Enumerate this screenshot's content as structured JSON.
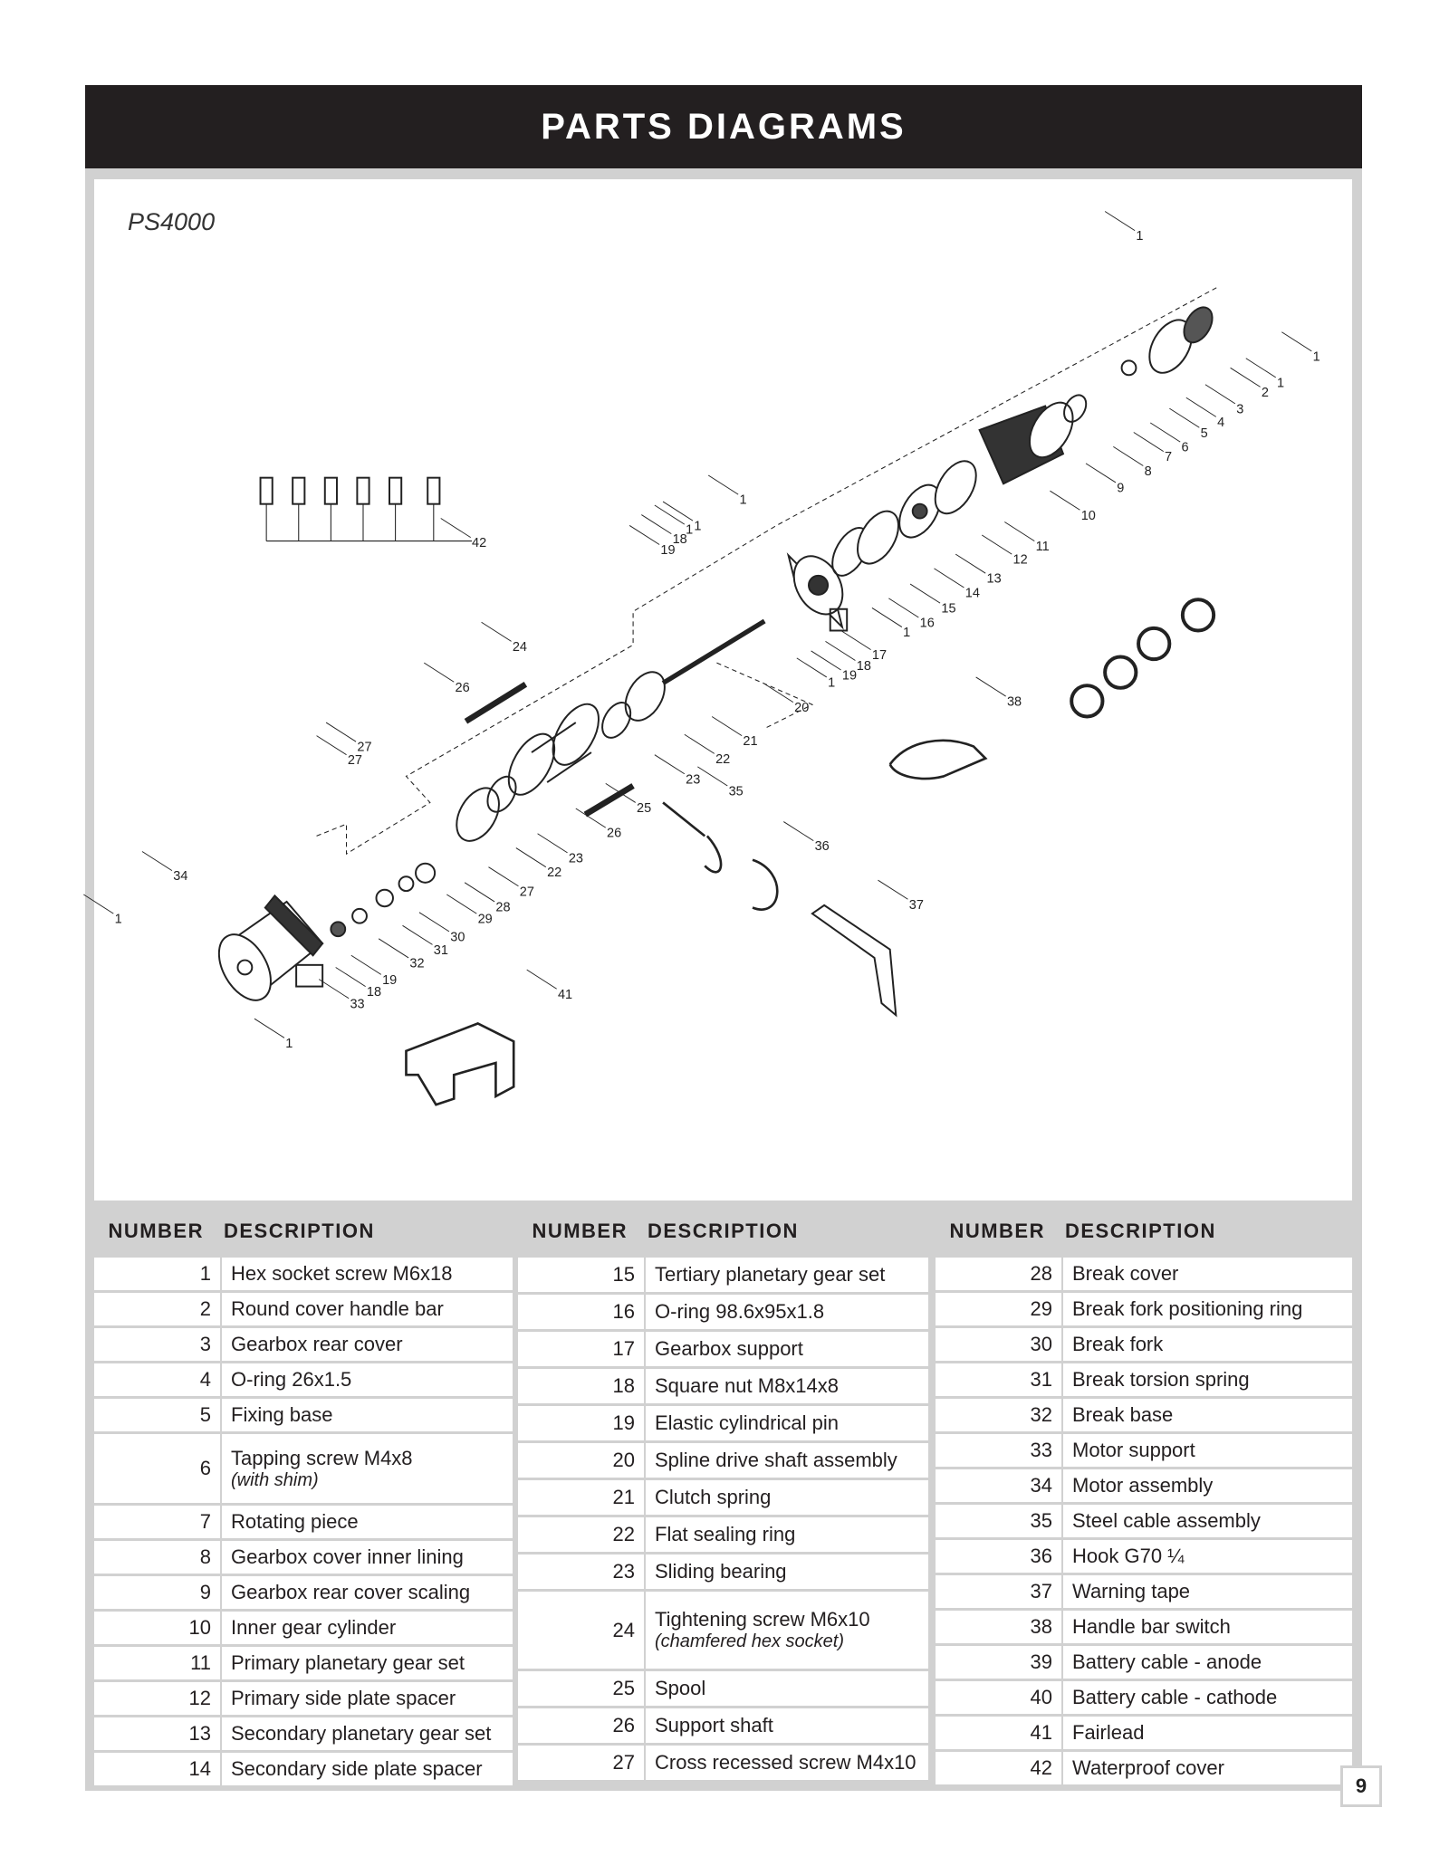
{
  "header": {
    "title": "PARTS DIAGRAMS"
  },
  "diagram": {
    "model": "PS4000",
    "callouts": [
      "1",
      "1",
      "1",
      "2",
      "3",
      "4",
      "5",
      "6",
      "7",
      "8",
      "9",
      "10",
      "11",
      "12",
      "13",
      "14",
      "15",
      "16",
      "1",
      "17",
      "18",
      "19",
      "1",
      "20",
      "21",
      "22",
      "23",
      "35",
      "25",
      "26",
      "36",
      "37",
      "38",
      "42",
      "24",
      "26",
      "1",
      "19",
      "18",
      "1",
      "1",
      "27",
      "27",
      "22",
      "23",
      "27",
      "28",
      "29",
      "30",
      "31",
      "32",
      "19",
      "18",
      "33",
      "34",
      "1",
      "1",
      "41"
    ]
  },
  "table": {
    "number_header": "NUMBER",
    "description_header": "DESCRIPTION",
    "columns": [
      [
        {
          "number": "1",
          "description": "Hex socket screw M6x18"
        },
        {
          "number": "2",
          "description": "Round cover handle bar"
        },
        {
          "number": "3",
          "description": "Gearbox rear cover"
        },
        {
          "number": "4",
          "description": "O-ring 26x1.5"
        },
        {
          "number": "5",
          "description": "Fixing base"
        },
        {
          "number": "6",
          "description": "Tapping screw M4x8",
          "note": "(with shim)"
        },
        {
          "number": "7",
          "description": "Rotating piece"
        },
        {
          "number": "8",
          "description": "Gearbox cover inner lining"
        },
        {
          "number": "9",
          "description": "Gearbox rear cover scaling"
        },
        {
          "number": "10",
          "description": "Inner gear cylinder"
        },
        {
          "number": "11",
          "description": "Primary planetary gear set"
        },
        {
          "number": "12",
          "description": "Primary side plate spacer"
        },
        {
          "number": "13",
          "description": "Secondary planetary gear set"
        },
        {
          "number": "14",
          "description": "Secondary side plate spacer"
        }
      ],
      [
        {
          "number": "15",
          "description": "Tertiary planetary gear set"
        },
        {
          "number": "16",
          "description": "O-ring 98.6x95x1.8"
        },
        {
          "number": "17",
          "description": "Gearbox support"
        },
        {
          "number": "18",
          "description": "Square nut M8x14x8"
        },
        {
          "number": "19",
          "description": "Elastic cylindrical pin"
        },
        {
          "number": "20",
          "description": "Spline drive shaft assembly"
        },
        {
          "number": "21",
          "description": "Clutch spring"
        },
        {
          "number": "22",
          "description": "Flat sealing ring"
        },
        {
          "number": "23",
          "description": "Sliding bearing"
        },
        {
          "number": "24",
          "description": "Tightening screw M6x10",
          "note": "(chamfered hex socket)"
        },
        {
          "number": "25",
          "description": "Spool"
        },
        {
          "number": "26",
          "description": "Support shaft"
        },
        {
          "number": "27",
          "description": "Cross recessed screw M4x10"
        }
      ],
      [
        {
          "number": "28",
          "description": "Break cover"
        },
        {
          "number": "29",
          "description": "Break fork positioning ring"
        },
        {
          "number": "30",
          "description": "Break fork"
        },
        {
          "number": "31",
          "description": "Break torsion spring"
        },
        {
          "number": "32",
          "description": "Break base"
        },
        {
          "number": "33",
          "description": "Motor support"
        },
        {
          "number": "34",
          "description": "Motor assembly"
        },
        {
          "number": "35",
          "description": "Steel cable assembly"
        },
        {
          "number": "36",
          "description": "Hook G70 ¼"
        },
        {
          "number": "37",
          "description": "Warning tape"
        },
        {
          "number": "38",
          "description": "Handle bar switch"
        },
        {
          "number": "39",
          "description": "Battery cable - anode"
        },
        {
          "number": "40",
          "description": "Battery cable - cathode"
        },
        {
          "number": "41",
          "description": "Fairlead"
        },
        {
          "number": "42",
          "description": "Waterproof cover"
        }
      ]
    ]
  },
  "page_number": "9"
}
